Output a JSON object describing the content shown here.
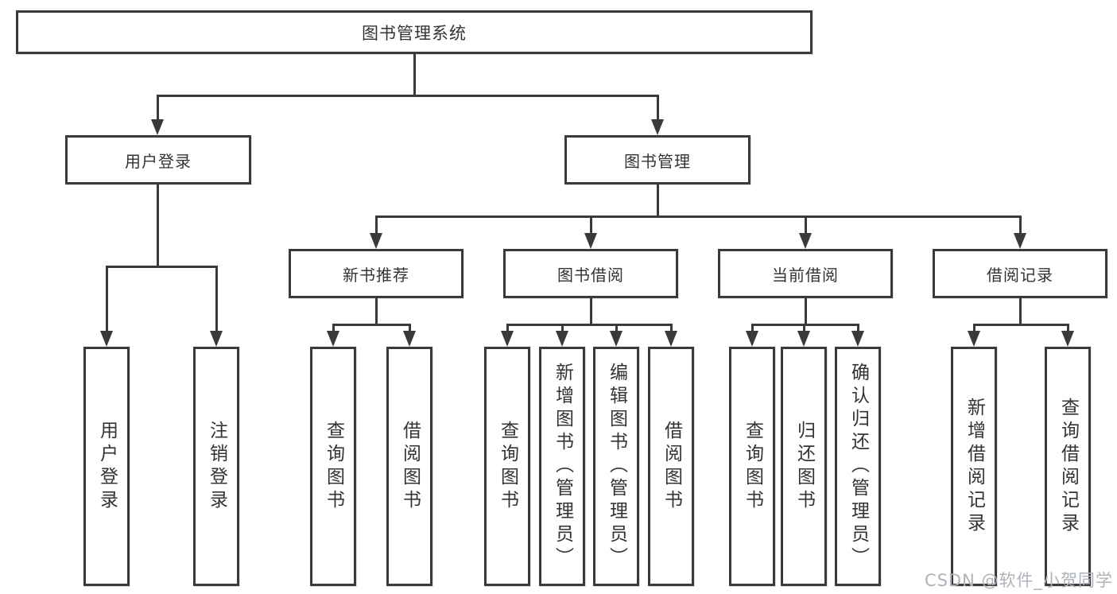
{
  "tree": {
    "label": "图书管理系统",
    "children": [
      {
        "label": "用户登录",
        "children": [
          {
            "label": "用户登录"
          },
          {
            "label": "注销登录"
          }
        ]
      },
      {
        "label": "图书管理",
        "children": [
          {
            "label": "新书推荐",
            "children": [
              {
                "label": "查询图书"
              },
              {
                "label": "借阅图书"
              }
            ]
          },
          {
            "label": "图书借阅",
            "children": [
              {
                "label": "查询图书"
              },
              {
                "label": "新增图书（管理员）"
              },
              {
                "label": "编辑图书（管理员）"
              },
              {
                "label": "借阅图书"
              }
            ]
          },
          {
            "label": "当前借阅",
            "children": [
              {
                "label": "查询图书"
              },
              {
                "label": "归还图书"
              },
              {
                "label": "确认归还（管理员）"
              }
            ]
          },
          {
            "label": "借阅记录",
            "children": [
              {
                "label": "新增借阅记录"
              },
              {
                "label": "查询借阅记录"
              }
            ]
          }
        ]
      }
    ]
  },
  "watermark": {
    "text": "CSDN @软件_小贺同学"
  },
  "colors": {
    "line": "#3a3a3a",
    "box_border": "#3a3a3a",
    "text": "#333333",
    "watermark": "#aeb3b9"
  }
}
